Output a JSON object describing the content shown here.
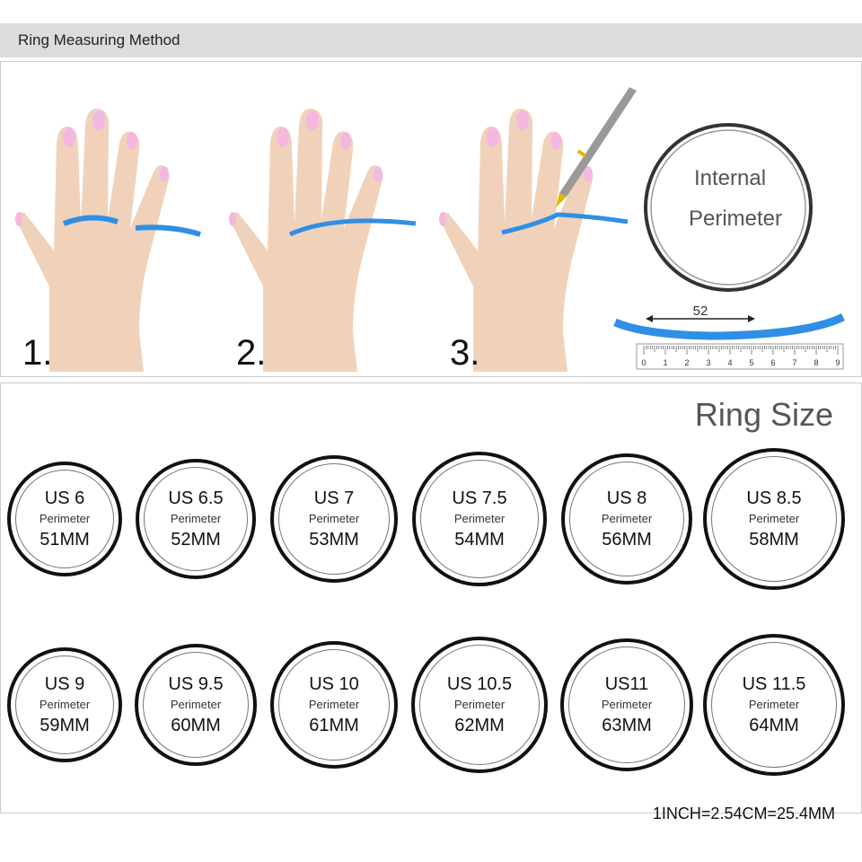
{
  "header": {
    "title": "Ring Measuring Method"
  },
  "steps": [
    "1.",
    "2.",
    "3."
  ],
  "diagram": {
    "circle_label_1": "Internal",
    "circle_label_2": "Perimeter",
    "measure_value": "52",
    "ruler_ticks": [
      "0",
      "1",
      "2",
      "3",
      "4",
      "5",
      "6",
      "7",
      "8",
      "9"
    ]
  },
  "ring_size": {
    "title": "Ring Size",
    "sizes": [
      {
        "us": "US 6",
        "label": "Perimeter",
        "mm": "51MM"
      },
      {
        "us": "US 6.5",
        "label": "Perimeter",
        "mm": "52MM"
      },
      {
        "us": "US 7",
        "label": "Perimeter",
        "mm": "53MM"
      },
      {
        "us": "US 7.5",
        "label": "Perimeter",
        "mm": "54MM"
      },
      {
        "us": "US 8",
        "label": "Perimeter",
        "mm": "56MM"
      },
      {
        "us": "US 8.5",
        "label": "Perimeter",
        "mm": "58MM"
      },
      {
        "us": "US 9",
        "label": "Perimeter",
        "mm": "59MM"
      },
      {
        "us": "US 9.5",
        "label": "Perimeter",
        "mm": "60MM"
      },
      {
        "us": "US 10",
        "label": "Perimeter",
        "mm": "61MM"
      },
      {
        "us": "US 10.5",
        "label": "Perimeter",
        "mm": "62MM"
      },
      {
        "us": "US11",
        "label": "Perimeter",
        "mm": "63MM"
      },
      {
        "us": "US 11.5",
        "label": "Perimeter",
        "mm": "64MM"
      }
    ],
    "conversion": "1INCH=2.54CM=25.4MM"
  },
  "colors": {
    "skin": "#f0d2bb",
    "nail": "#f4b8e0",
    "band": "#2f8fe6",
    "header_bg": "#dcdcdc"
  }
}
